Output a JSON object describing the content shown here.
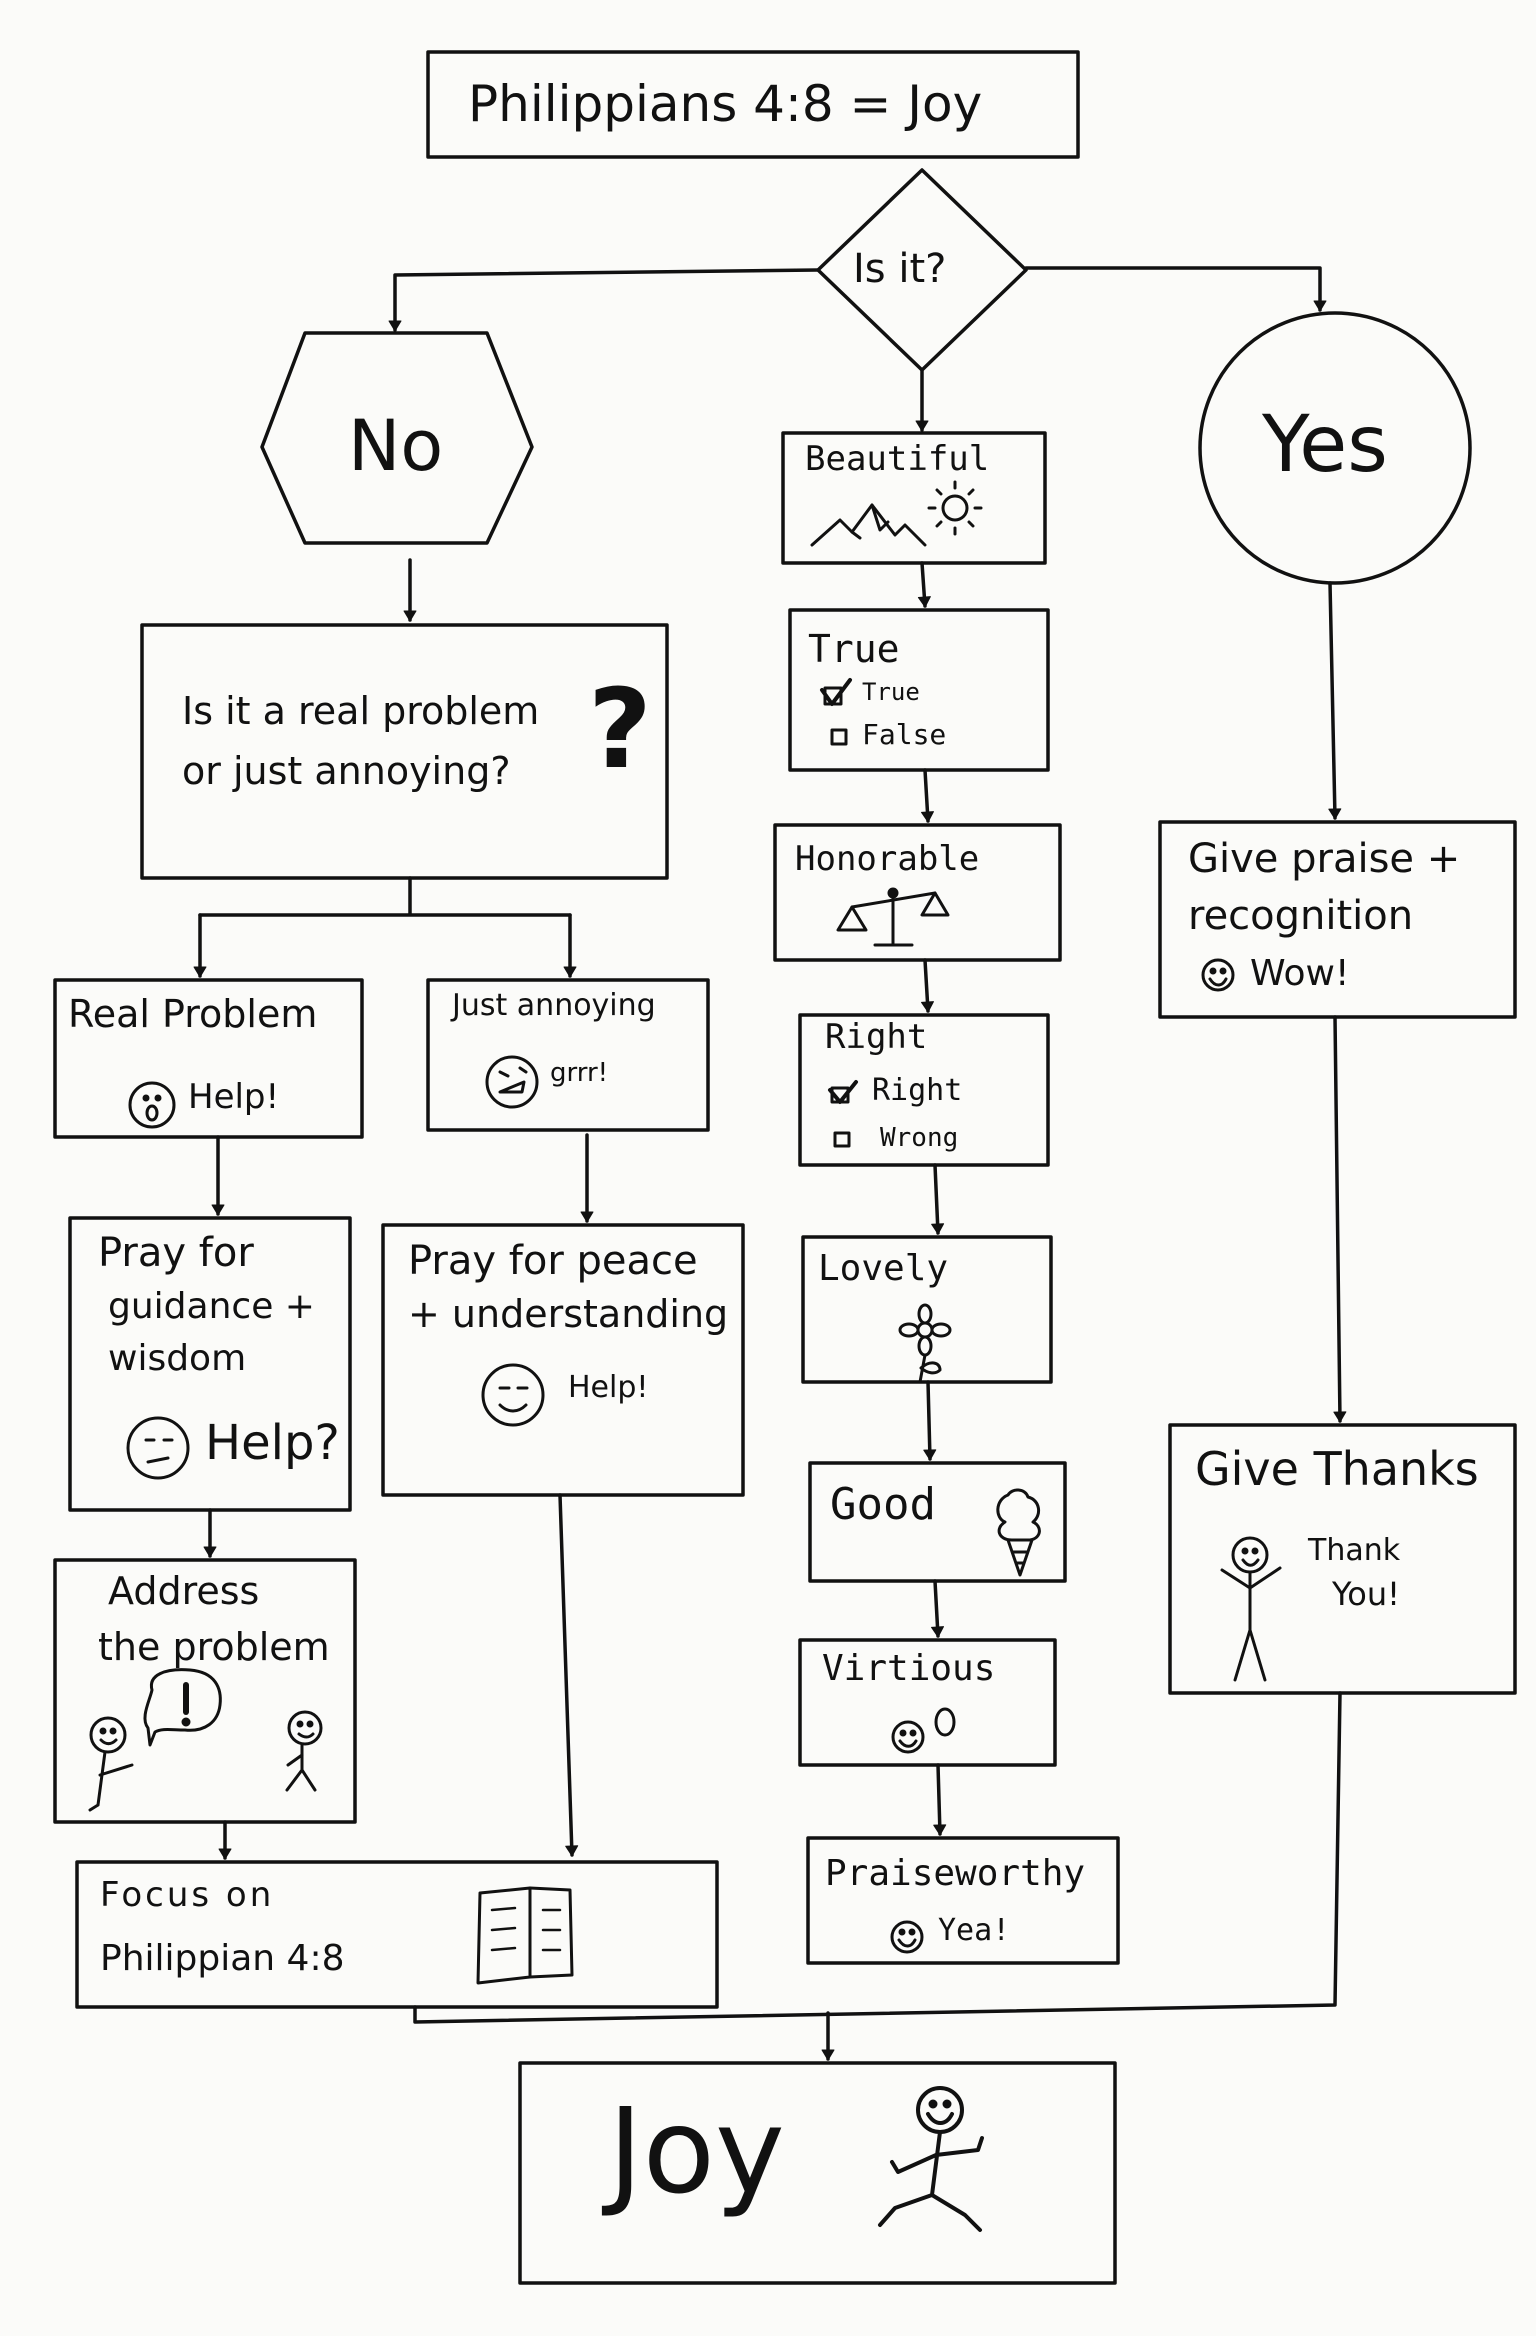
{
  "title": "Philippians 4:8 = Joy",
  "decision": "Is it?",
  "no_label": "No",
  "yes_label": "Yes",
  "no_branch": {
    "question_line1": "Is it a real problem",
    "question_line2": "or just annoying?",
    "question_mark": "?",
    "real_problem": {
      "label": "Real Problem",
      "exclaim": "Help!"
    },
    "just_annoying": {
      "label": "Just annoying",
      "exclaim": "grrr!"
    },
    "pray_guidance": {
      "line1": "Pray for",
      "line2": "guidance +",
      "line3": "wisdom",
      "exclaim": "Help?"
    },
    "pray_peace": {
      "line1": "Pray for peace",
      "line2": "+ understanding",
      "exclaim": "Help!"
    },
    "address": {
      "line1": "Address",
      "line2": "the problem",
      "bubble": "!"
    },
    "focus": {
      "line1": "Focus on",
      "line2": "Philippian 4:8"
    }
  },
  "middle_branch": {
    "beautiful": "Beautiful",
    "true": {
      "label": "True",
      "opt1": "True",
      "opt2": "False"
    },
    "honorable": "Honorable",
    "right": {
      "label": "Right",
      "opt1": "Right",
      "opt2": "Wrong"
    },
    "lovely": "Lovely",
    "good": "Good",
    "virtuous": "Virtious",
    "praiseworthy": {
      "label": "Praiseworthy",
      "exclaim": "Yea!"
    }
  },
  "yes_branch": {
    "praise": {
      "line1": "Give praise +",
      "line2": "recognition",
      "exclaim": "Wow!"
    },
    "thanks": {
      "label": "Give Thanks",
      "line1": "Thank",
      "line2": "You!"
    }
  },
  "joy": "Joy",
  "icons": [
    "mountain-sun-icon",
    "checkbox-icon",
    "scales-icon",
    "flower-icon",
    "ice-cream-icon",
    "smiley-icon",
    "book-icon",
    "stick-figure-icon"
  ]
}
